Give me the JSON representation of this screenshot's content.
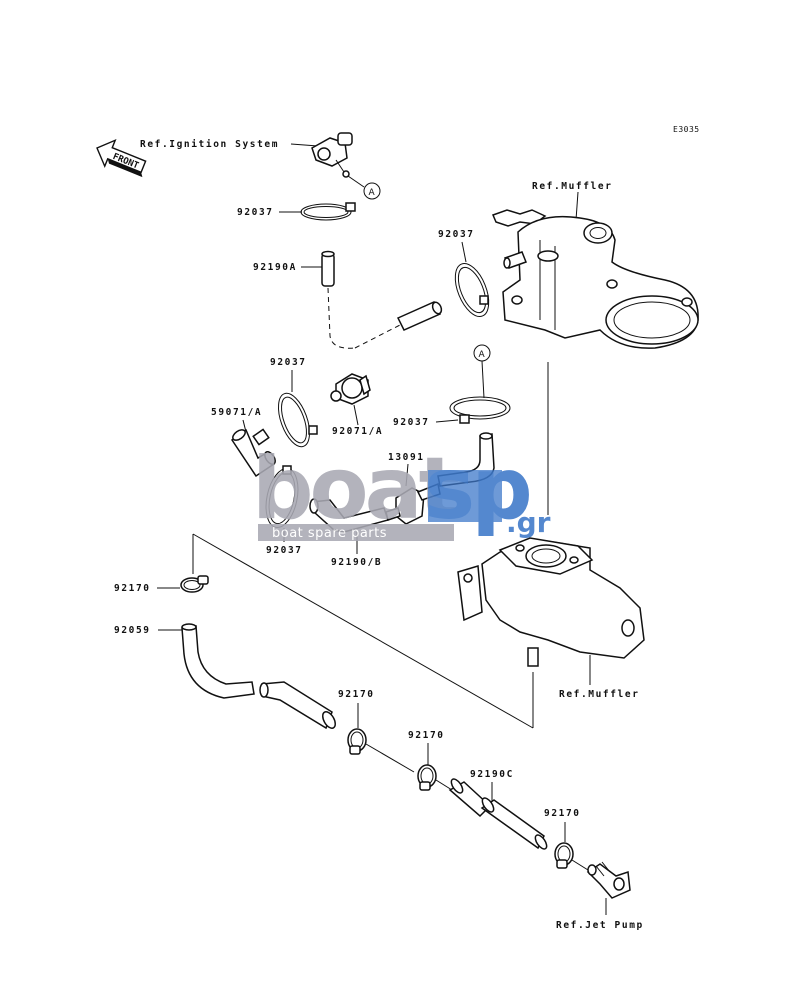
{
  "diagram_code": "E3035",
  "front_label": "FRONT",
  "refs": {
    "ignition_system": "Ref.Ignition System",
    "muffler_top": "Ref.Muffler",
    "muffler_bottom": "Ref.Muffler",
    "jet_pump": "Ref.Jet Pump"
  },
  "callout_letter": "A",
  "parts": {
    "band_top": "92037",
    "hose_a": "92190A",
    "band_muffler": "92037",
    "band_left": "92037",
    "fitting_a": "92071/A",
    "band_right": "92037",
    "elbow_a": "59071/A",
    "valve": "13091",
    "band_bottom": "92037",
    "hose_b": "92190/B",
    "clamp_left": "92170",
    "hose_elbow": "92059",
    "clamp_1": "92170",
    "clamp_2": "92170",
    "hose_c": "92190C",
    "clamp_3": "92170"
  },
  "watermark": {
    "brand": "boatsp",
    "domain": ".gr",
    "tagline": "boat spare parts",
    "colors": {
      "grey": "#a9a9b3",
      "blue": "#3d78c9"
    }
  }
}
